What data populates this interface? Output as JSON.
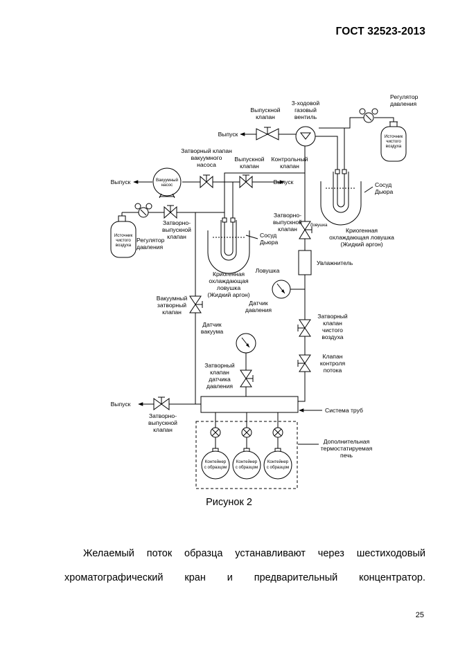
{
  "header": {
    "standard": "ГОСТ 32523-2013"
  },
  "figure": {
    "labels": {
      "exhaust_top": "Выпуск",
      "exhaust_valve_top": [
        "Выпускной",
        "клапан"
      ],
      "three_way": [
        "3-ходовой",
        "газовый",
        "вентиль"
      ],
      "regulator_right": [
        "Регулятор",
        "давления"
      ],
      "air_source_right": [
        "Источник",
        "чистого",
        "воздуха"
      ],
      "vac_shutoff": [
        "Затворный клапан",
        "вакуумного",
        "насоса"
      ],
      "exhaust_valve_mid": [
        "Выпускной",
        "клапан"
      ],
      "control_valve": [
        "Контрольный",
        "клапан"
      ],
      "exhaust_left": "Выпуск",
      "vac_pump": [
        "Вакуумный",
        "насос"
      ],
      "exhaust_mid": "Выпуск",
      "dewar_right": [
        "Сосуд",
        "Дьюра"
      ],
      "shutoff_exhaust_right": [
        "Затворно-",
        "выпускной",
        "клапан"
      ],
      "trap_small": "Ловушка",
      "cryo_trap_right": [
        "Криогенная",
        "охлаждающая ловушка",
        "(Жидкий аргон)"
      ],
      "air_source_left": [
        "Источник",
        "чистого",
        "воздуха"
      ],
      "regulator_left": [
        "Регулятор",
        "давления"
      ],
      "shutoff_exhaust_left": [
        "Затворно-",
        "выпускной",
        "клапан"
      ],
      "dewar_left": [
        "Сосуд",
        "Дьюра"
      ],
      "trap": "Ловушка",
      "cryo_trap_left": [
        "Криогенная",
        "охлаждающая",
        "ловушка",
        "(Жидкий аргон)"
      ],
      "humidifier": "Увлажнитель",
      "pressure_sensor": [
        "Датчик",
        "давления"
      ],
      "vac_shutoff_valve": [
        "Вакуумный",
        "затворный",
        "клапан"
      ],
      "air_shutoff": [
        "Затворный",
        "клапан",
        "чистого",
        "воздуха"
      ],
      "vacuum_sensor": [
        "Датчик",
        "вакуума"
      ],
      "flow_control": [
        "Клапан",
        "контроля",
        "потока"
      ],
      "sensor_shutoff": [
        "Затворный",
        "клапан",
        "датчика",
        "давления"
      ],
      "exhaust_bottom": "Выпуск",
      "manifold": "Система труб",
      "shutoff_exhaust_bottom": [
        "Затворно-",
        "выпускной",
        "клапан"
      ],
      "oven": [
        "Дополнительная",
        "термостатируемая",
        "печь"
      ],
      "container": [
        "Контейнер",
        "с образцом"
      ]
    },
    "caption": "Рисунок 2"
  },
  "body": {
    "line1": [
      "Желаемый",
      "поток",
      "образца",
      "устанавливают",
      "через",
      "шестиходовый"
    ],
    "line2": [
      "хроматографический",
      "кран",
      "и",
      "предварительный",
      "концентратор."
    ]
  },
  "footer": {
    "page_number": "25"
  }
}
